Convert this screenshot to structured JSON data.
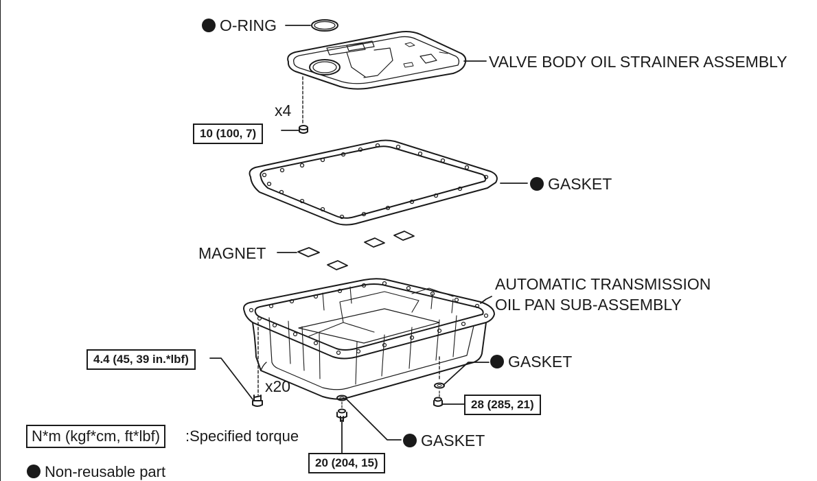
{
  "parts": {
    "o_ring": "O-RING",
    "strainer": "VALVE BODY OIL STRAINER ASSEMBLY",
    "gasket_upper": "GASKET",
    "magnet": "MAGNET",
    "oil_pan_line1": "AUTOMATIC TRANSMISSION",
    "oil_pan_line2": "OIL PAN SUB-ASSEMBLY",
    "gasket_drain_right": "GASKET",
    "gasket_drain_center": "GASKET"
  },
  "quantities": {
    "strainer_bolts": "x4",
    "pan_bolts": "x20"
  },
  "torques": {
    "strainer_bolt": "10 (100, 7)",
    "pan_bolt": "4.4 (45, 39 in.*lbf)",
    "drain_plug_right": "28 (285, 21)",
    "drain_plug_center": "20 (204, 15)"
  },
  "legend": {
    "torque_unit": "N*m (kgf*cm, ft*lbf)",
    "torque_desc": ":Specified torque",
    "non_reusable": "Non-reusable part"
  }
}
